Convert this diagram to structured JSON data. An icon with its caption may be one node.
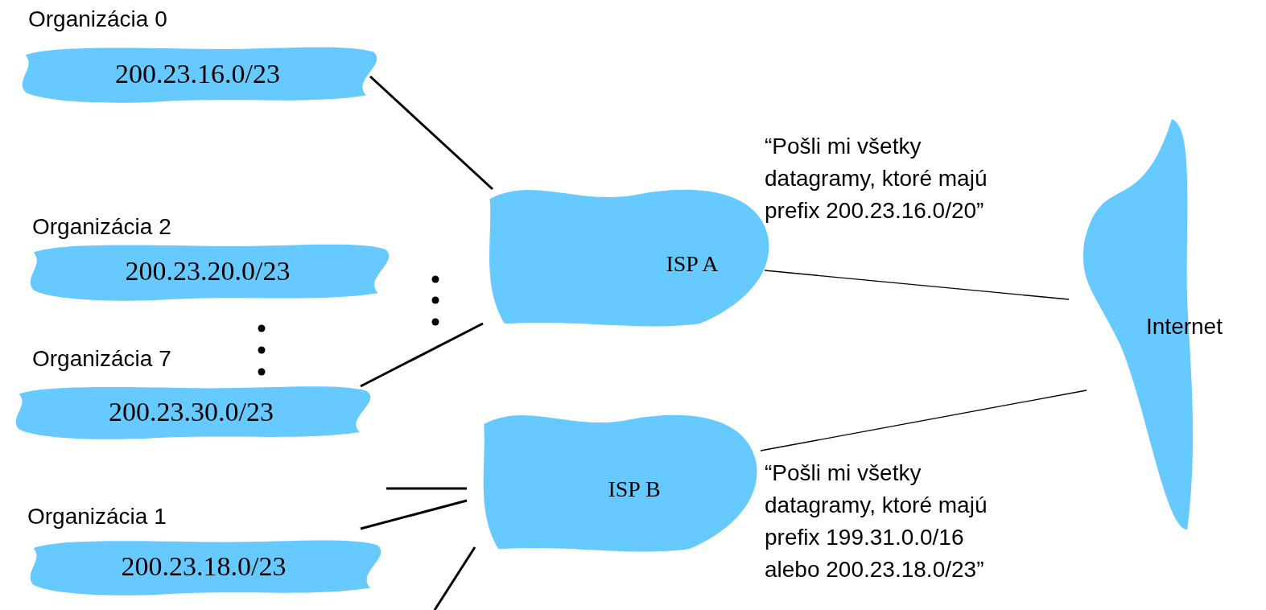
{
  "diagram": {
    "nodes": [
      {
        "text": [
          "Organizácia 0",
          "200.23.16.0/23"
        ]
      },
      {
        "text": [
          "Organizácia 2",
          "200.23.20.0/23"
        ]
      },
      {
        "text": [
          "Organizácia 7",
          "200.23.30.0/23"
        ]
      },
      {
        "text": [
          "Organizácia 1",
          "200.23.18.0/23"
        ]
      },
      {
        "text": [
          "ISP A"
        ],
        "beside": [
          "“Pošli mi všetky datagramy, ktoré majú prefix 200.23.16.0/20”"
        ]
      },
      {
        "text": [
          "ISP B"
        ],
        "beside": [
          "“Pošli mi všetky datagramy, ktoré majú prefix 199.31.0.0/16 alebo 200.23.18.0/23”"
        ]
      },
      {
        "text": [
          "Internet"
        ]
      }
    ],
    "edges": [
      {
        "from": 0,
        "to": 4,
        "arrow": "none"
      },
      {
        "from": 2,
        "to": 4,
        "arrow": "none"
      },
      {
        "from": 4,
        "to": 6,
        "arrow": "none"
      },
      {
        "from": 5,
        "to": 6,
        "arrow": "none"
      },
      {
        "from": 3,
        "to": 5,
        "arrow": "none"
      },
      {
        "from": null,
        "to": 5,
        "arrow": "none"
      },
      {
        "from": 5,
        "to": null,
        "arrow": "none"
      }
    ]
  }
}
